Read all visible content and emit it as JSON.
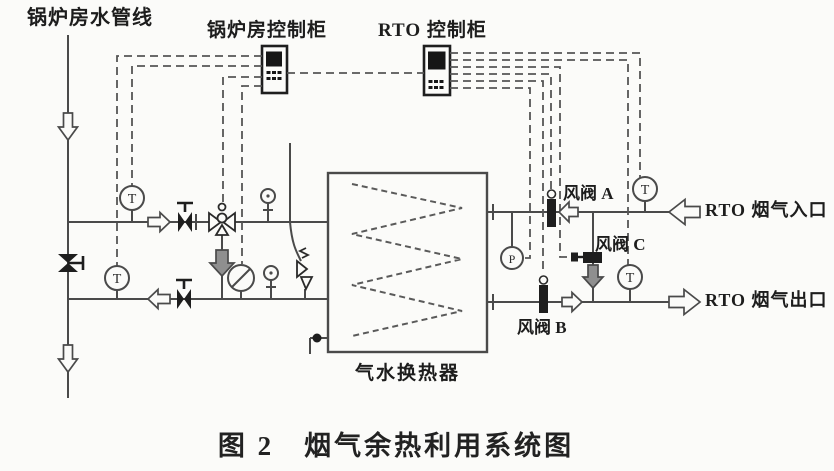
{
  "diagram": {
    "caption": {
      "prefix": "图 2",
      "title": "烟气余热利用系统图"
    },
    "labels": {
      "boiler_water_line": "锅炉房水管线",
      "boiler_cabinet": "锅炉房控制柜",
      "rto_cabinet": "RTO 控制柜",
      "damper_a": "风阀 A",
      "damper_b": "风阀 B",
      "damper_c": "风阀 C",
      "gas_inlet": "RTO 烟气入口",
      "gas_outlet": "RTO 烟气出口",
      "heat_exchanger": "气水换热器"
    },
    "instrument_tags": {
      "temperature": "T",
      "pressure": "P"
    },
    "colors": {
      "pipe_line": "#4a4a4a",
      "dashed_control_line": "#555555",
      "symbol_dark": "#1e1e1e",
      "arrow_gray": "#8f8f8f",
      "background": "#fbfbf9"
    }
  }
}
